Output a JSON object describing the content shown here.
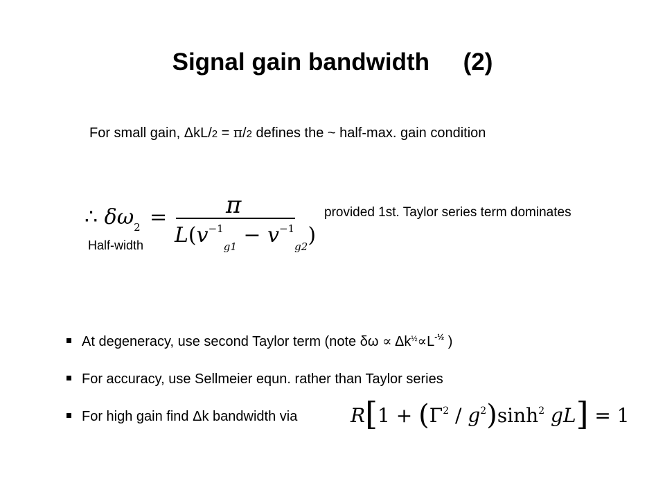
{
  "title": "Signal gain bandwidth     (2)",
  "intro": {
    "before": "For small gain,  ΔkL/",
    "two_a": "2",
    "mid": " = ",
    "pi": "π",
    "slash": "/",
    "two_b": "2",
    "after": "  defines the ~ half-max. gain condition"
  },
  "formula1": {
    "therefore": "∴",
    "delta_omega": "δω",
    "sub": "2",
    "equals": "=",
    "numerator": "π",
    "den_L": "L",
    "den_open": "(",
    "den_v1": "v",
    "den_sup1": "−1",
    "den_sub1": "g1",
    "den_minus": " − ",
    "den_v2": "v",
    "den_sup2": "−1",
    "den_sub2": "g2",
    "den_close": ")"
  },
  "half_width_label": "Half-width",
  "provided_note": "provided 1st. Taylor series term dominates",
  "bullets": {
    "b1": {
      "text": "At degeneracy, use second Taylor term  (note δω ",
      "prop1": "∝",
      "mid": " Δk",
      "half": "½",
      "prop2": "∝",
      "L": "L",
      "neg_half": "-½",
      "close": " )"
    },
    "b2": "For accuracy, use Sellmeier equn. rather than Taylor series",
    "b3": "For high gain find Δk bandwidth via"
  },
  "formula2": {
    "R": "R",
    "lbracket": "[",
    "one": "1",
    "plus": " + ",
    "lparen": "(",
    "Gamma": "Γ",
    "sq1": "2",
    "slash": " / ",
    "g": "g",
    "sq2": "2",
    "rparen": ")",
    "sinh": "sinh",
    "sq3": "2",
    "gL": "gL",
    "rbracket": "]",
    "equals": " = 1"
  }
}
